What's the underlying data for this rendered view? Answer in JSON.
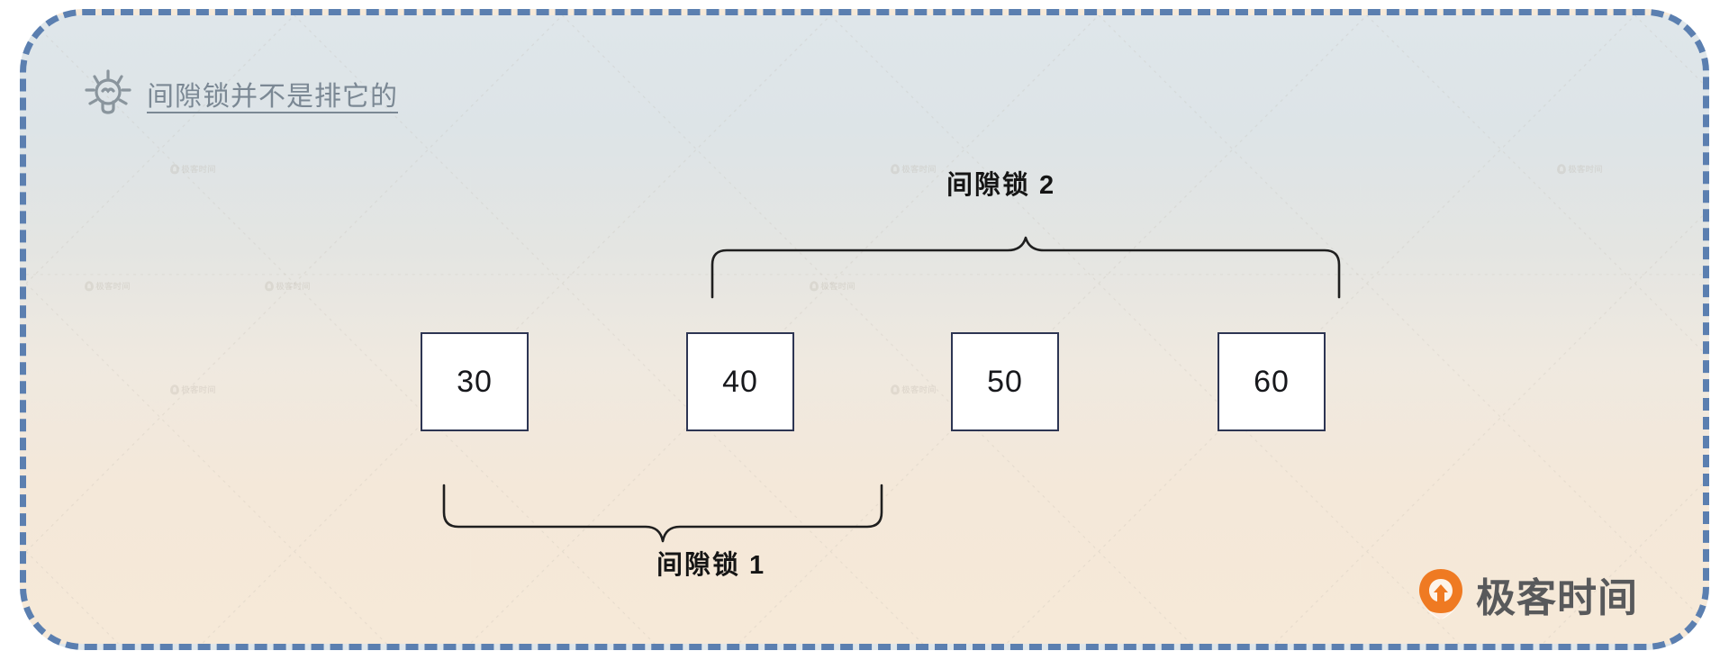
{
  "card": {
    "border_color": "#5b7fb0",
    "bg_top_color": "#dfe6ea",
    "bg_bottom_color": "#f6e9d8"
  },
  "header": {
    "icon": "lightbulb-icon",
    "title": "间隙锁并不是排它的",
    "title_color": "#7b8894"
  },
  "diagram": {
    "boxes": [
      {
        "value": "30"
      },
      {
        "value": "40"
      },
      {
        "value": "50"
      },
      {
        "value": "60"
      }
    ],
    "box_border_color": "#2d3553",
    "braces": [
      {
        "name": "gap-lock-2",
        "label": "间隙锁 2",
        "direction": "up",
        "spans": "40-60"
      },
      {
        "name": "gap-lock-1",
        "label": "间隙锁 1",
        "direction": "down",
        "spans": "30-50"
      }
    ]
  },
  "brand": {
    "name": "极客时间",
    "mark": "geektime-pin-icon",
    "mark_color": "#ef7a22",
    "text_color": "#58595b"
  },
  "watermark": {
    "text": "极客时间",
    "color": "#b9b2a8"
  }
}
